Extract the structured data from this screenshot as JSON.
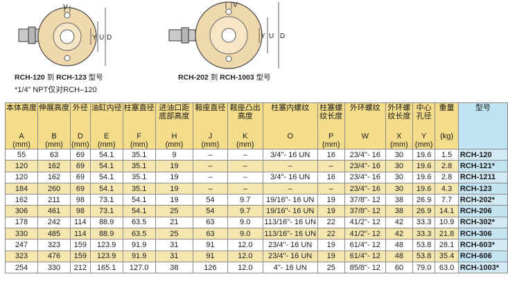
{
  "captions": {
    "left": {
      "model_a": "RCH-120",
      "to": "到",
      "model_b": "RCH-123",
      "suffix": "型号"
    },
    "left_note": "*1/4” NPT仅对RCH–120",
    "right": {
      "model_a": "RCH-202",
      "to": "到",
      "model_b": "RCH-1003",
      "suffix": "型号"
    }
  },
  "diagram_labels": {
    "v": "V",
    "y": "Y",
    "u": "U",
    "d": "D"
  },
  "colors": {
    "header": "#f3dc8a",
    "alt_row": "#f5e6b0",
    "model_col": "#d2eaf5",
    "model_header": "#bfe3f2",
    "body_metal": "#f0d8ad"
  },
  "headers": [
    {
      "name": "本体高度",
      "sym": "A",
      "unit": "(mm)"
    },
    {
      "name": "伸展高度",
      "sym": "B",
      "unit": "(mm)"
    },
    {
      "name": "外径",
      "sym": "D",
      "unit": "(mm)"
    },
    {
      "name": "油缸内径",
      "sym": "E",
      "unit": "(mm)"
    },
    {
      "name": "柱塞直径",
      "sym": "F",
      "unit": "(mm)"
    },
    {
      "name": "进油口距底部高度",
      "sym": "H",
      "unit": "(mm)"
    },
    {
      "name": "鞍座直径",
      "sym": "J",
      "unit": "(mm)"
    },
    {
      "name": "鞍座凸出高度",
      "sym": "K",
      "unit": "(mm)"
    },
    {
      "name": "柱塞内螺纹",
      "sym": "O",
      "unit": ""
    },
    {
      "name": "柱塞螺纹长度",
      "sym": "P",
      "unit": "(mm)"
    },
    {
      "name": "外环螺纹",
      "sym": "W",
      "unit": ""
    },
    {
      "name": "外环螺纹长度",
      "sym": "X",
      "unit": "(mm)"
    },
    {
      "name": "中心孔径",
      "sym": "Y",
      "unit": "(mm)"
    },
    {
      "name": "重量",
      "sym": "",
      "unit": "(kg)"
    },
    {
      "name": "型号",
      "sym": "",
      "unit": ""
    }
  ],
  "rows": [
    [
      "55",
      "63",
      "69",
      "54.1",
      "35.1",
      "9",
      "–",
      "–",
      "3/4\"- 16 UN",
      "16",
      "23/4\"- 16",
      "30",
      "19.6",
      "1.5",
      "RCH-120"
    ],
    [
      "120",
      "162",
      "69",
      "54.1",
      "35.1",
      "19",
      "–",
      "–",
      "–",
      "–",
      "23/4\"- 16",
      "30",
      "19.6",
      "2.8",
      "RCH-121*"
    ],
    [
      "120",
      "162",
      "69",
      "54.1",
      "35.1",
      "19",
      "–",
      "–",
      "3/4\"- 16 UN",
      "16",
      "23/4\"- 16",
      "30",
      "19.6",
      "2.8",
      "RCH-1211"
    ],
    [
      "184",
      "260",
      "69",
      "54.1",
      "35.1",
      "19",
      "–",
      "–",
      "–",
      "–",
      "23/4\"- 16",
      "30",
      "19.6",
      "4.3",
      "RCH-123"
    ],
    [
      "162",
      "211",
      "98",
      "73.1",
      "54.1",
      "19",
      "54",
      "9.7",
      "19/16\"- 16 UN",
      "19",
      "37/8\"- 12",
      "38",
      "26.9",
      "7.7",
      "RCH-202*"
    ],
    [
      "306",
      "461",
      "98",
      "73.1",
      "54.1",
      "25",
      "54",
      "9.7",
      "19/16\"- 16 UN",
      "19",
      "37/8\"- 12",
      "38",
      "26.9",
      "14.1",
      "RCH-206"
    ],
    [
      "178",
      "242",
      "114",
      "88.9",
      "63.5",
      "21",
      "63",
      "9.0",
      "113/16\"- 16 UN",
      "22",
      "41/2\"- 12",
      "42",
      "33.3",
      "10.9",
      "RCH-302*"
    ],
    [
      "330",
      "485",
      "114",
      "88.9",
      "63.5",
      "25",
      "63",
      "9.0",
      "113/16\"- 16 UN",
      "22",
      "41/2\"- 12",
      "42",
      "33.3",
      "21.8",
      "RCH-306"
    ],
    [
      "247",
      "323",
      "159",
      "123.9",
      "91.9",
      "31",
      "91",
      "12.0",
      "23/4\"- 16 UN",
      "19",
      "61/4\"- 12",
      "48",
      "53.8",
      "28.1",
      "RCH-603*"
    ],
    [
      "323",
      "476",
      "159",
      "123.9",
      "91.9",
      "31",
      "91",
      "12.0",
      "23/4\"- 16 UN",
      "19",
      "61/4\"- 12",
      "48",
      "53.8",
      "35.4",
      "RCH-606"
    ],
    [
      "254",
      "330",
      "212",
      "165.1",
      "127.0",
      "38",
      "126",
      "12.0",
      "4\"- 16 UN",
      "25",
      "85/8\"- 12",
      "60",
      "79.0",
      "63.0",
      "RCH-1003*"
    ]
  ]
}
